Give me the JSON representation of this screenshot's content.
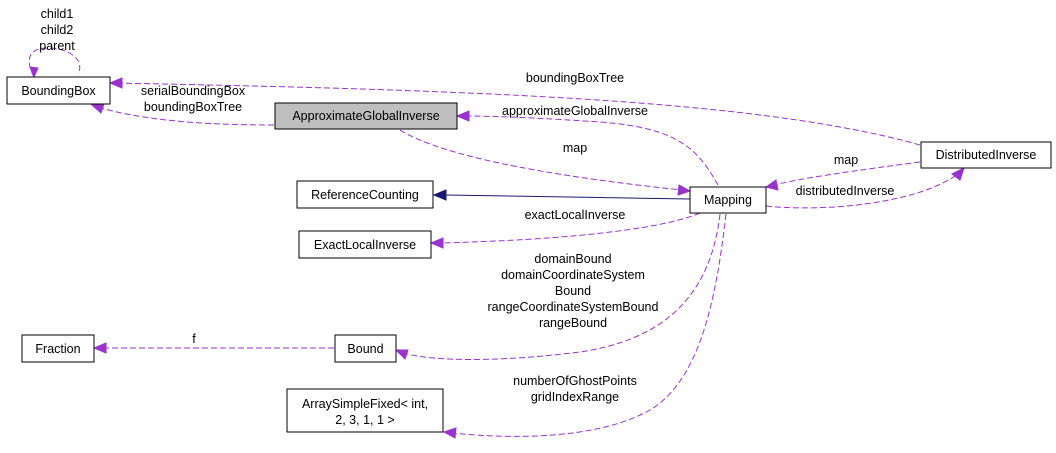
{
  "nodes": {
    "bounding_box": [
      "BoundingBox"
    ],
    "approximate_global_inverse": [
      "ApproximateGlobalInverse"
    ],
    "distributed_inverse": [
      "DistributedInverse"
    ],
    "reference_counting": [
      "ReferenceCounting"
    ],
    "mapping": [
      "Mapping"
    ],
    "exact_local_inverse": [
      "ExactLocalInverse"
    ],
    "fraction": [
      "Fraction"
    ],
    "bound": [
      "Bound"
    ],
    "array_simple_fixed": [
      "ArraySimpleFixed< int,",
      "2, 3, 1, 1 >"
    ]
  },
  "edge_labels": {
    "bounding_box_self": [
      "child1",
      "child2",
      "parent"
    ],
    "bounding_box_from_distributed": [
      "boundingBoxTree"
    ],
    "bounding_box_from_approximate": [
      "serialBoundingBox",
      "boundingBoxTree"
    ],
    "approximate_from_mapping": [
      "approximateGlobalInverse"
    ],
    "mapping_from_approximate": [
      "map"
    ],
    "mapping_from_distributed": [
      "map"
    ],
    "distributed_from_mapping": [
      "distributedInverse"
    ],
    "exact_from_mapping": [
      "exactLocalInverse"
    ],
    "bound_from_mapping": [
      "domainBound",
      "domainCoordinateSystem",
      "Bound",
      "rangeCoordinateSystemBound",
      "rangeBound"
    ],
    "fraction_from_bound": [
      "f"
    ],
    "array_from_mapping": [
      "numberOfGhostPoints",
      "gridIndexRange"
    ]
  },
  "colors": {
    "dependency_edge": "#9a32cd",
    "inheritance_edge": "#191970",
    "highlighted_node_fill": "#bfbfbf"
  }
}
